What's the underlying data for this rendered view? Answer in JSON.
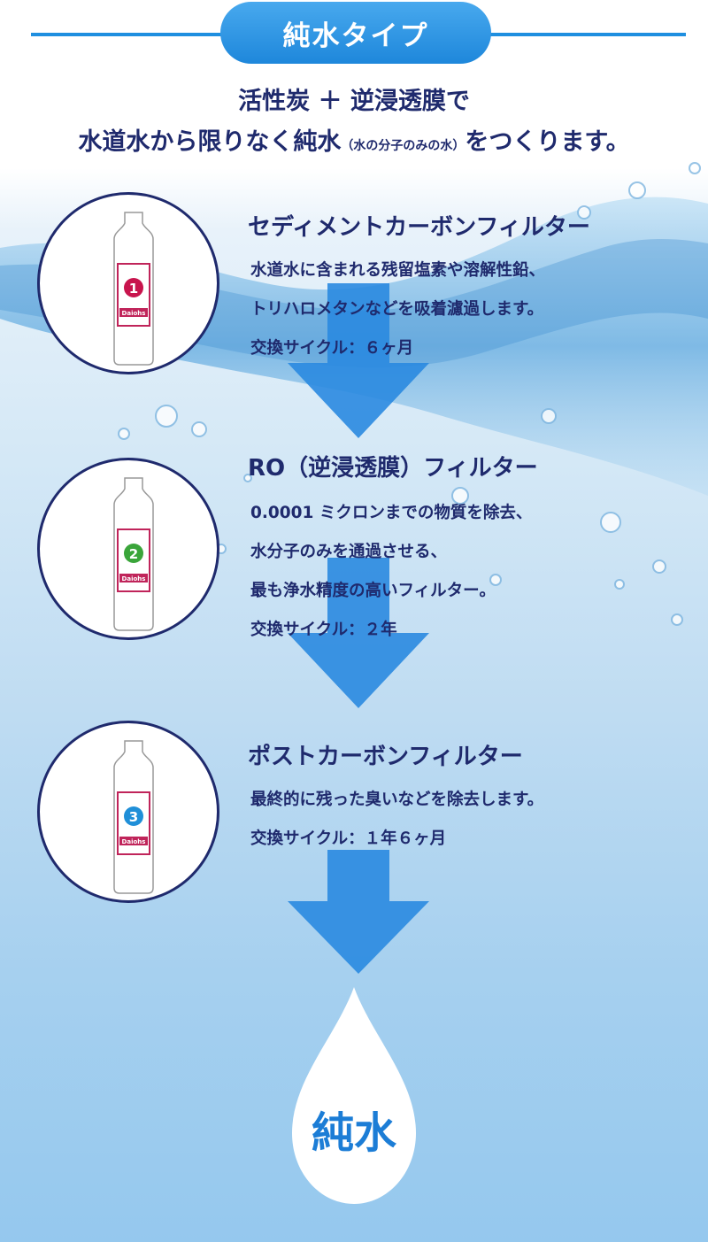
{
  "header": {
    "title": "純水タイプ"
  },
  "intro": {
    "line1": "活性炭 ＋ 逆浸透膜で",
    "line2_main": "水道水から限りなく純水",
    "line2_note": "（水の分子のみの水）",
    "line2_end": "をつくります。"
  },
  "filters": [
    {
      "number": "1",
      "title": "セディメントカーボンフィルター",
      "lines": [
        "水道水に含まれる残留塩素や溶解性鉛、",
        "トリハロメタンなどを吸着濾過します。"
      ],
      "cycle": "交換サイクル：６ヶ月",
      "badge_color": "#c8144d",
      "label_text": "Daiohs"
    },
    {
      "number": "2",
      "title": "RO（逆浸透膜）フィルター",
      "lines": [
        "0.0001 ミクロンまでの物質を除去、",
        "水分子のみを通過させる、",
        "最も浄水精度の高いフィルター。"
      ],
      "cycle": "交換サイクル：２年",
      "badge_color": "#3aa53a",
      "label_text": "Daiohs"
    },
    {
      "number": "3",
      "title": "ポストカーボンフィルター",
      "lines": [
        "最終的に残った臭いなどを除去します。"
      ],
      "cycle": "交換サイクル：１年６ヶ月",
      "badge_color": "#1f8fd8",
      "label_text": "Daiohs"
    }
  ],
  "result": {
    "label": "純水"
  },
  "colors": {
    "accent": "#1f8fe0",
    "text": "#1f2a6d",
    "arrow": "#2a8ae0",
    "label_border": "#c0245a"
  }
}
